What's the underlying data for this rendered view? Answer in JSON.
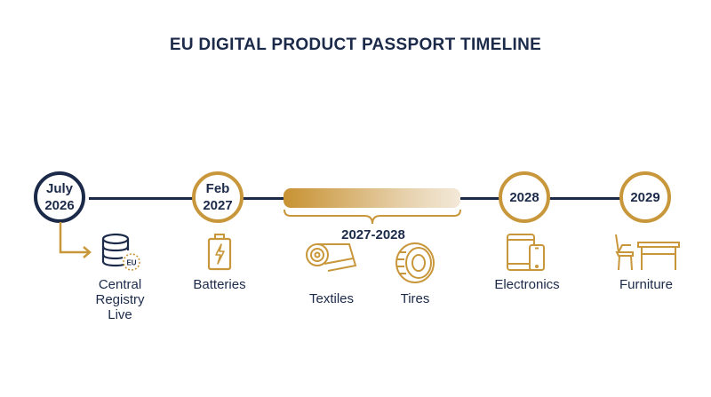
{
  "title": "EU DIGITAL PRODUCT PASSPORT TIMELINE",
  "colors": {
    "navy": "#1c2a4a",
    "gold": "#c9973b"
  },
  "milestones": [
    {
      "date": "July\n2026",
      "label": "Central\nRegistry\nLive",
      "icon": "database-eu-icon"
    },
    {
      "date": "Feb\n2027",
      "label": "Batteries",
      "icon": "battery-icon"
    },
    {
      "date": "2028",
      "label": "Electronics",
      "icon": "tablet-phone-icon"
    },
    {
      "date": "2029",
      "label": "Furniture",
      "icon": "chair-table-icon"
    }
  ],
  "range": {
    "label": "2027-2028",
    "items": [
      {
        "label": "Textiles",
        "icon": "fabric-roll-icon"
      },
      {
        "label": "Tires",
        "icon": "tire-icon"
      }
    ]
  },
  "eu_badge_text": "EU"
}
